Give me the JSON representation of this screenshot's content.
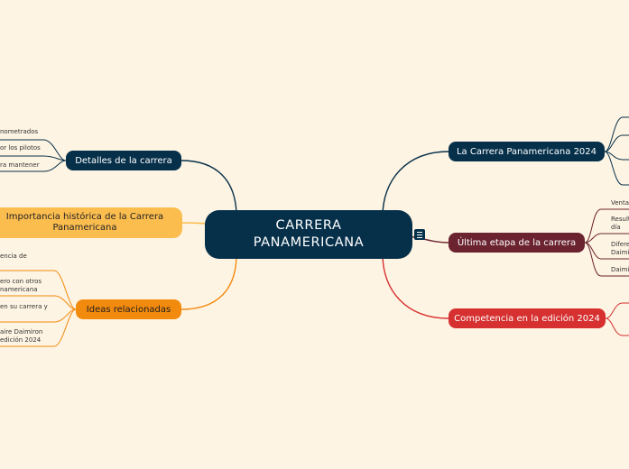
{
  "central": {
    "title": "CARRERA PANAMERICANA"
  },
  "topics": {
    "detalles": "Detalles de la carrera",
    "importancia": "Importancia histórica de la Carrera Panamericana",
    "ideas": "Ideas relacionadas",
    "carrera2024": "La Carrera Panamericana 2024",
    "ultima_etapa": "Última etapa de la carrera",
    "competencia": "Competencia en la edición 2024"
  },
  "subtopics": {
    "detalles": [
      "nometrados",
      "or los pilotos",
      "ra mantener"
    ],
    "ideas": [
      "encia de",
      "ero con otros\nnamericana",
      "en su carrera y",
      "aire Daimiron\nedición 2024"
    ],
    "ultima_etapa": [
      "Venta",
      "Result\ndía",
      "Difere\nDaimi",
      "Daimi"
    ]
  },
  "colors": {
    "background": "#fef4e3",
    "navy": "#06304a",
    "orange": "#f28a0e",
    "yellow": "#fcbd4f",
    "maroon": "#6b2330",
    "red": "#d63030"
  },
  "icons": {
    "central_note": "notes-icon"
  }
}
